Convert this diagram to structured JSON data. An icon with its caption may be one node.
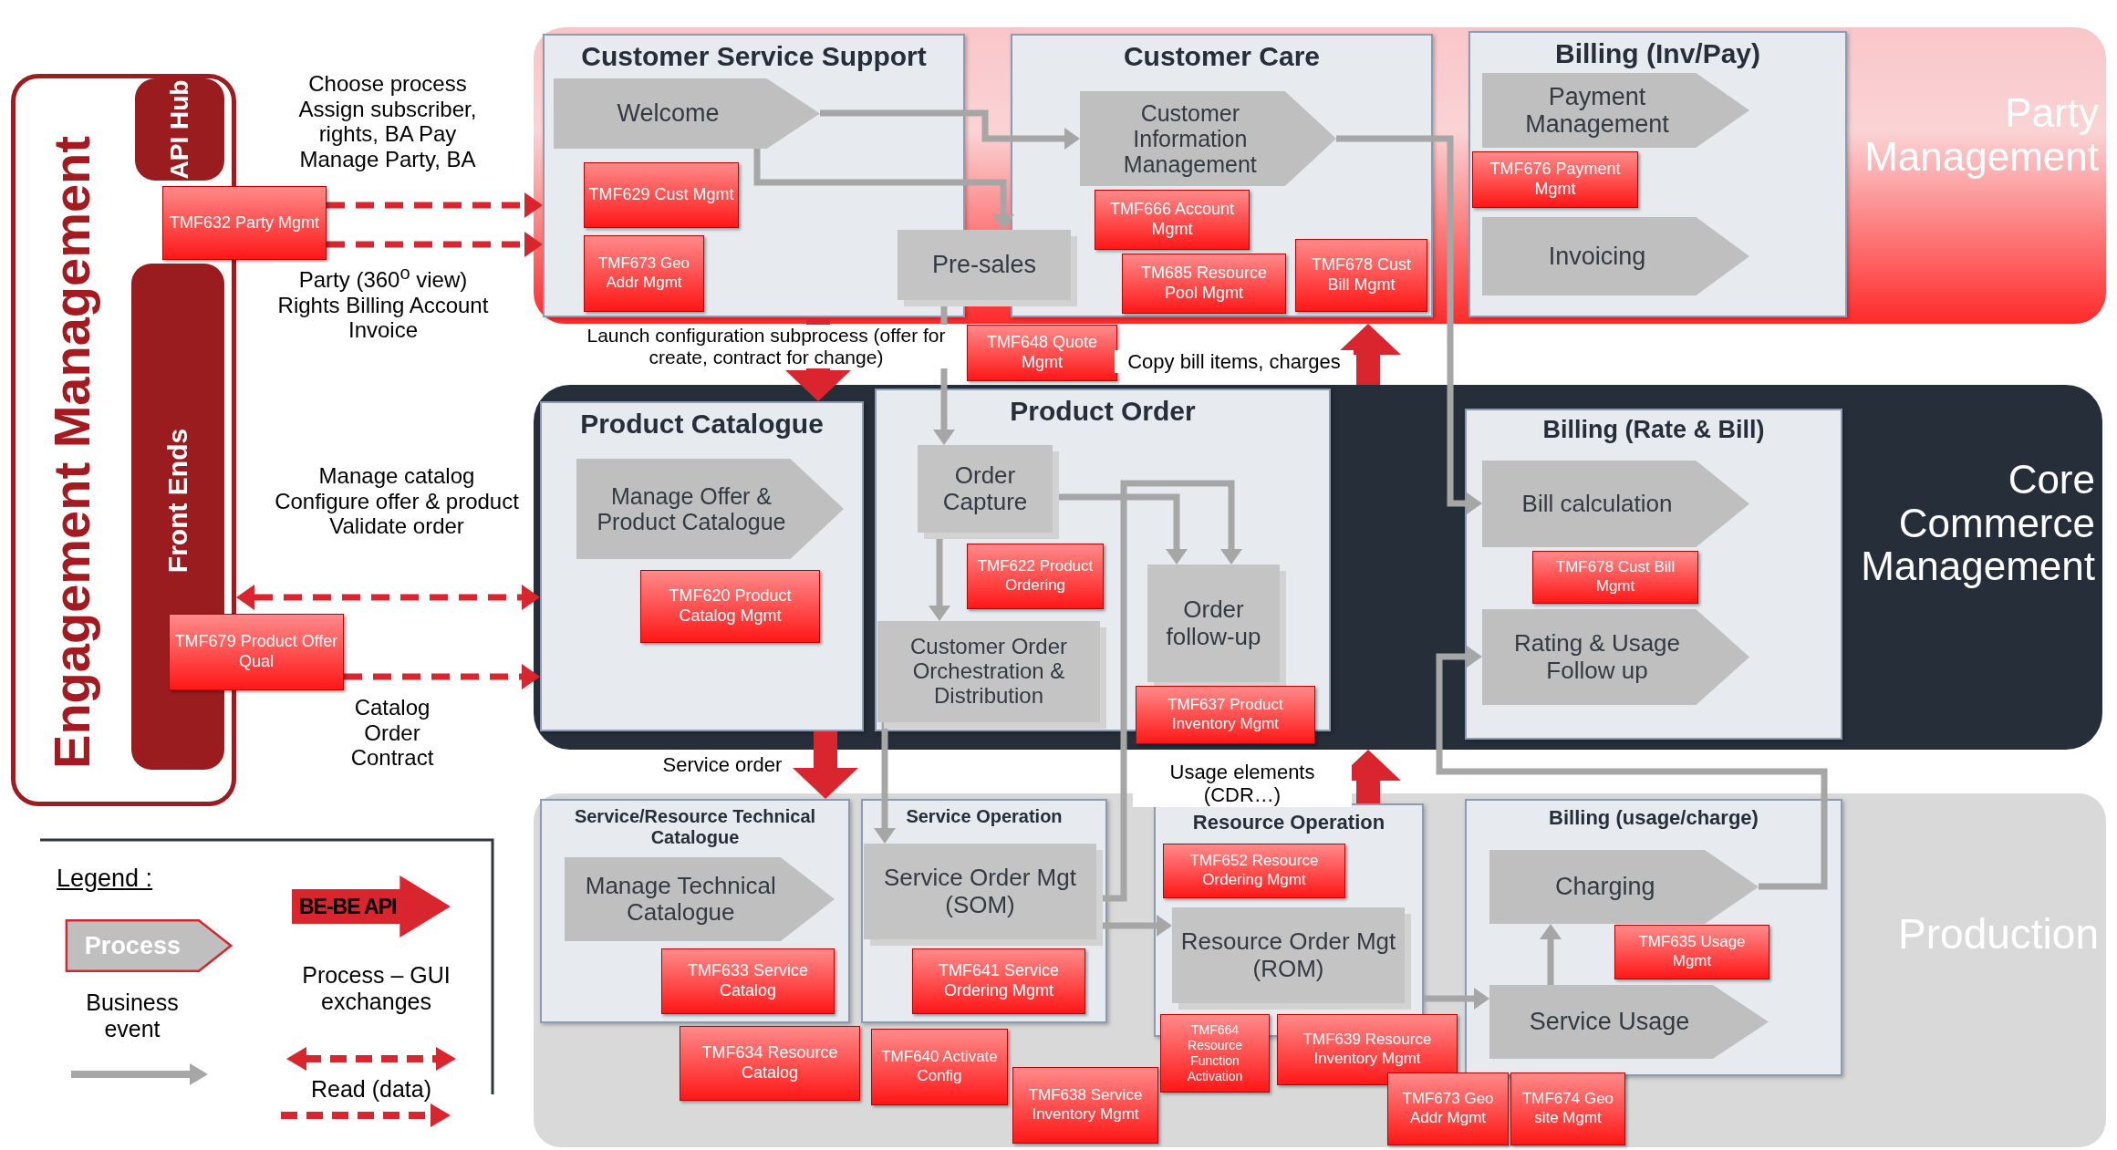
{
  "diagram": {
    "nodes": [
      {
        "text": [
          "Engagement Management"
        ]
      },
      {
        "text": [
          "API Hub"
        ],
        "in": 0
      },
      {
        "text": [
          "Front Ends"
        ],
        "in": 0
      },
      {
        "text": [
          "TMF632 Party Mgmt"
        ]
      },
      {
        "text": [
          "TMF679 Product Offer Qual"
        ]
      },
      {
        "text": [
          "Party Management"
        ]
      },
      {
        "text": [
          "Customer Service Support"
        ],
        "in": 5
      },
      {
        "text": [
          "Welcome"
        ],
        "in": 6
      },
      {
        "text": [
          "TMF629 Cust Mgmt"
        ],
        "in": 6
      },
      {
        "text": [
          "TMF673 Geo Addr Mgmt"
        ],
        "in": 6
      },
      {
        "text": [
          "Pre-sales"
        ],
        "in": 5
      },
      {
        "text": [
          "Customer Care"
        ],
        "in": 5
      },
      {
        "text": [
          "Customer Information Management"
        ],
        "in": 11
      },
      {
        "text": [
          "TMF666 Account Mgmt"
        ],
        "in": 11
      },
      {
        "text": [
          "Billing (Inv/Pay)"
        ],
        "in": 5
      },
      {
        "text": [
          "Payment Management"
        ],
        "in": 14
      },
      {
        "text": [
          "TMF676 Payment Mgmt"
        ],
        "in": 14
      },
      {
        "text": [
          "Invoicing"
        ],
        "in": 14
      },
      {
        "text": [
          "TMF678 Cust Bill Mgmt"
        ],
        "in": 11
      },
      {
        "text": [
          "TMF648 Quote Mgmt"
        ]
      },
      {
        "text": [
          "TM685 Resource Pool Mgmt"
        ],
        "in": 11
      },
      {
        "text": [
          "Core Commerce Management"
        ]
      },
      {
        "text": [
          "Product Catalogue"
        ],
        "in": 21
      },
      {
        "text": [
          "Manage Offer & Product Catalogue"
        ],
        "in": 22
      },
      {
        "text": [
          "TMF620 Product Catalog Mgmt"
        ],
        "in": 22
      },
      {
        "text": [
          "Product Order"
        ],
        "in": 21
      },
      {
        "text": [
          "Order Capture"
        ],
        "in": 25
      },
      {
        "text": [
          "TMF622 Product Ordering"
        ],
        "in": 25
      },
      {
        "text": [
          "Order follow-up"
        ],
        "in": 25
      },
      {
        "text": [
          "Customer Order Orchestration & Distribution"
        ],
        "in": 25
      },
      {
        "text": [
          "TMF637 Product Inventory Mgmt"
        ],
        "in": 21
      },
      {
        "text": [
          "Billing (Rate & Bill)"
        ],
        "in": 21
      },
      {
        "text": [
          "Bill calculation"
        ],
        "in": 31
      },
      {
        "text": [
          "TMF678 Cust Bill Mgmt"
        ],
        "in": 31
      },
      {
        "text": [
          "Rating & Usage Follow up"
        ],
        "in": 31
      },
      {
        "text": [
          "Production"
        ]
      },
      {
        "text": [
          "Service/Resource Technical Catalogue"
        ],
        "in": 35
      },
      {
        "text": [
          "Manage Technical Catalogue"
        ],
        "in": 36
      },
      {
        "text": [
          "TMF633 Service Catalog"
        ],
        "in": 36
      },
      {
        "text": [
          "TMF634 Resource Catalog"
        ],
        "in": 35
      },
      {
        "text": [
          "Service Operation"
        ],
        "in": 35
      },
      {
        "text": [
          "Service Order Mgt (SOM)"
        ],
        "in": 40
      },
      {
        "text": [
          "TMF641 Service Ordering Mgmt"
        ],
        "in": 40
      },
      {
        "text": [
          "TMF640 Activate Config"
        ],
        "in": 35
      },
      {
        "text": [
          "TMF638 Service Inventory Mgmt"
        ],
        "in": 35
      },
      {
        "text": [
          "Resource Operation"
        ],
        "in": 35
      },
      {
        "text": [
          "TMF652 Resource Ordering Mgmt"
        ],
        "in": 45
      },
      {
        "text": [
          "Resource Order Mgt (ROM)"
        ],
        "in": 45
      },
      {
        "text": [
          "TMF664 Resource Function Activation"
        ],
        "in": 35
      },
      {
        "text": [
          "TMF639 Resource Inventory Mgmt"
        ],
        "in": 35
      },
      {
        "text": [
          "TMF673 Geo Addr Mgmt"
        ],
        "in": 35
      },
      {
        "text": [
          "TMF674 Geo site Mgmt"
        ],
        "in": 35
      },
      {
        "text": [
          "Billing (usage/charge)"
        ],
        "in": 35
      },
      {
        "text": [
          "Charging"
        ],
        "in": 52
      },
      {
        "text": [
          "TMF635 Usage Mgmt"
        ],
        "in": 52
      },
      {
        "text": [
          "Service Usage"
        ],
        "in": 52
      }
    ],
    "edges": [
      {
        "from": 3,
        "to": 6,
        "arrow": "to",
        "style": "dashed",
        "color": "#d9262e",
        "label": "Choose process Assign subscriber, rights, BA Pay Manage Party, BA"
      },
      {
        "from": 3,
        "to": 6,
        "arrow": "to",
        "style": "dashed",
        "color": "#d9262e",
        "label": "Party (360$^{o}$ view) Rights Billing Account Invoice"
      },
      {
        "from": 0,
        "to": 22,
        "arrow": "both",
        "style": "dashed",
        "color": "#d9262e",
        "label": "Manage catalog Configure offer & product Validate order"
      },
      {
        "from": 4,
        "to": 22,
        "arrow": "to",
        "style": "dashed",
        "color": "#d9262e",
        "label": "Catalog Order Contract"
      },
      {
        "from": 6,
        "to": 22,
        "arrow": "to",
        "style": "thick",
        "color": "#d9262e",
        "label": "Launch configuration subprocess (offer for create, contract for change)"
      },
      {
        "from": 22,
        "to": 36,
        "arrow": "to",
        "style": "thick",
        "color": "#d9262e",
        "label": "Service order"
      },
      {
        "from": 21,
        "to": 5,
        "arrow": "to",
        "style": "thick",
        "color": "#d9262e",
        "label": "Copy bill items, charges"
      },
      {
        "from": 45,
        "to": 21,
        "arrow": "to",
        "style": "thick",
        "color": "#d9262e",
        "label": "Usage elements (CDR…)"
      },
      {
        "from": 7,
        "to": 12,
        "arrow": "to"
      },
      {
        "from": 7,
        "to": 10,
        "arrow": "to"
      },
      {
        "from": 12,
        "to": 32,
        "arrow": "to"
      },
      {
        "from": 10,
        "to": 26,
        "arrow": "to"
      },
      {
        "from": 26,
        "to": 28,
        "arrow": "to"
      },
      {
        "from": 41,
        "to": 28,
        "arrow": "to"
      },
      {
        "from": 26,
        "to": 29,
        "arrow": "to"
      },
      {
        "from": 29,
        "to": 41,
        "arrow": "to"
      },
      {
        "from": 41,
        "to": 47,
        "arrow": "to"
      },
      {
        "from": 53,
        "to": 34,
        "arrow": "to"
      },
      {
        "from": 55,
        "to": 53,
        "arrow": "to"
      },
      {
        "from": 45,
        "to": 55,
        "arrow": "to"
      }
    ],
    "labels": [
      "Legend :"
    ],
    "legend": [
      {
        "text": "Process"
      },
      {
        "text": "BE-BE API"
      },
      {
        "text": "Business event"
      },
      {
        "text": "Process – GUI exchanges"
      },
      {
        "text": "Read (data)"
      }
    ]
  }
}
